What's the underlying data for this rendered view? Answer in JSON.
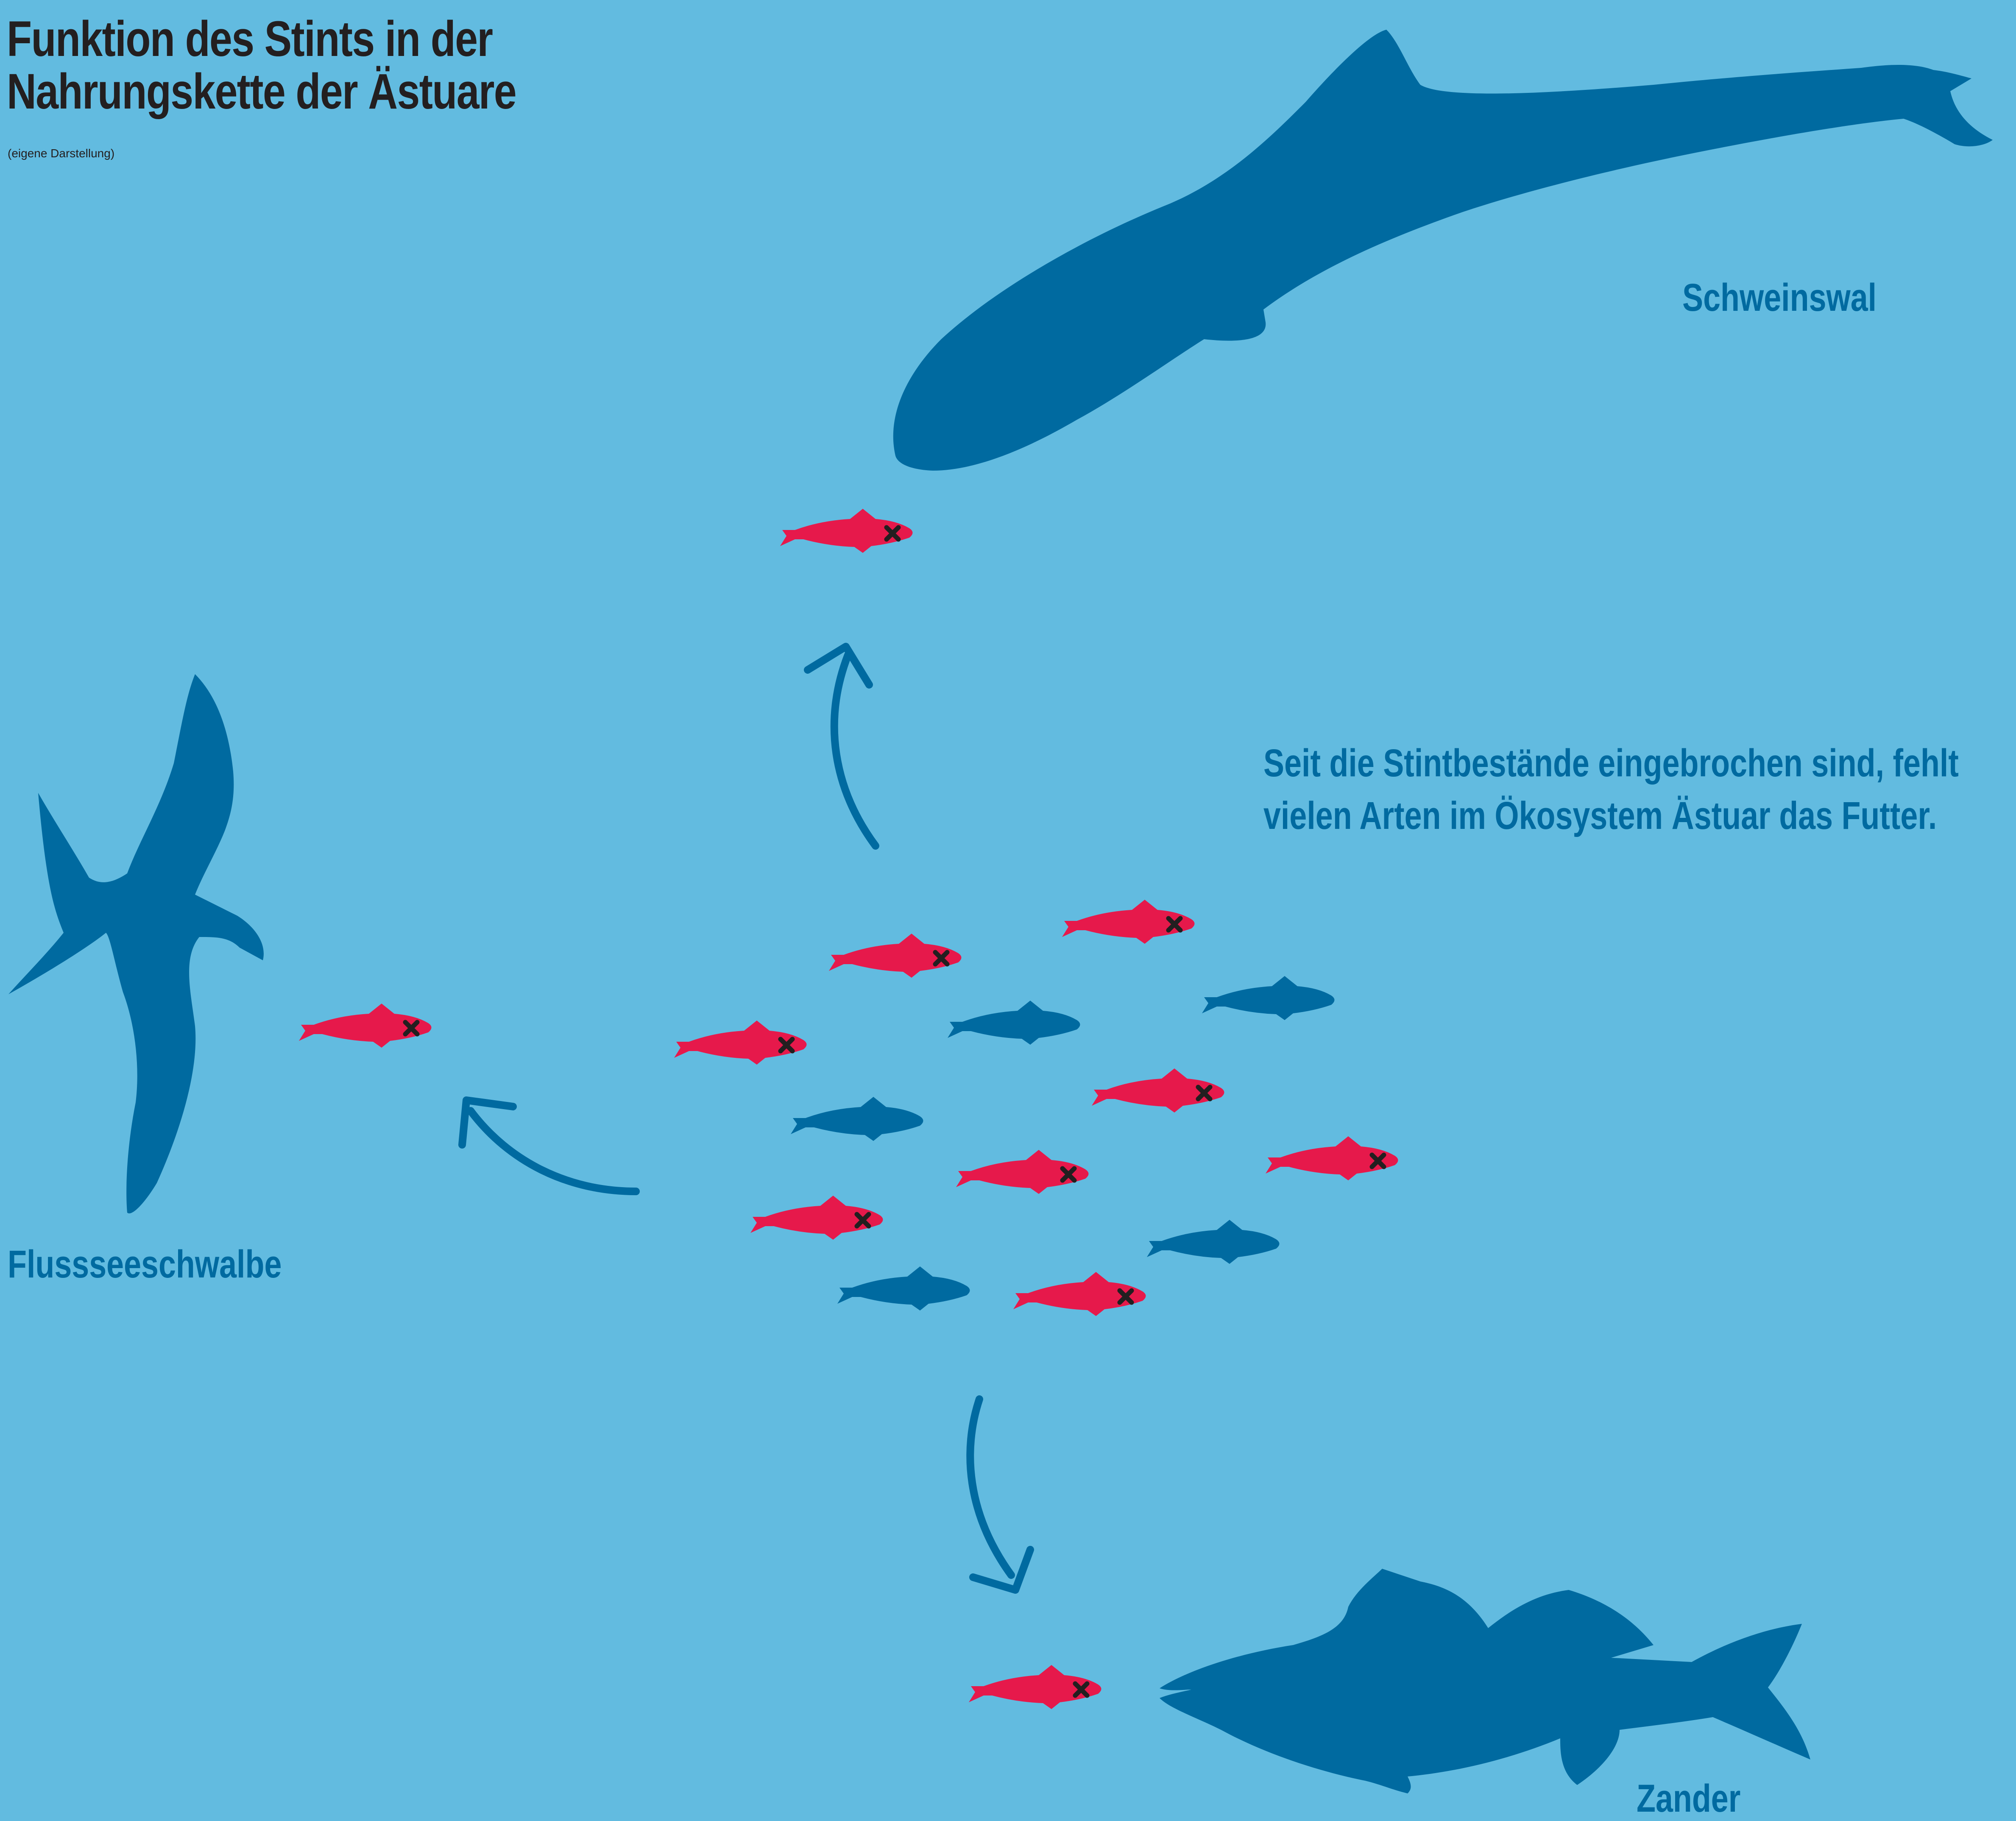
{
  "title": {
    "line1": "Funktion des Stints in der",
    "line2": "Nahrungskette der Ästuare",
    "source": "(eigene Darstellung)"
  },
  "animals": {
    "porpoise": "Schweinswal",
    "tern": "Flussseeschwalbe",
    "zander": "Zander"
  },
  "note": {
    "line1": "Seit die Stintbestände eingebrochen sind, fehlt",
    "line2": "vielen Arten im Ökosystem Ästuar das Futter."
  },
  "colors": {
    "background": "#62bbe0",
    "dark_blue": "#006aa0",
    "red": "#e6194b",
    "text_dark": "#231f20"
  }
}
